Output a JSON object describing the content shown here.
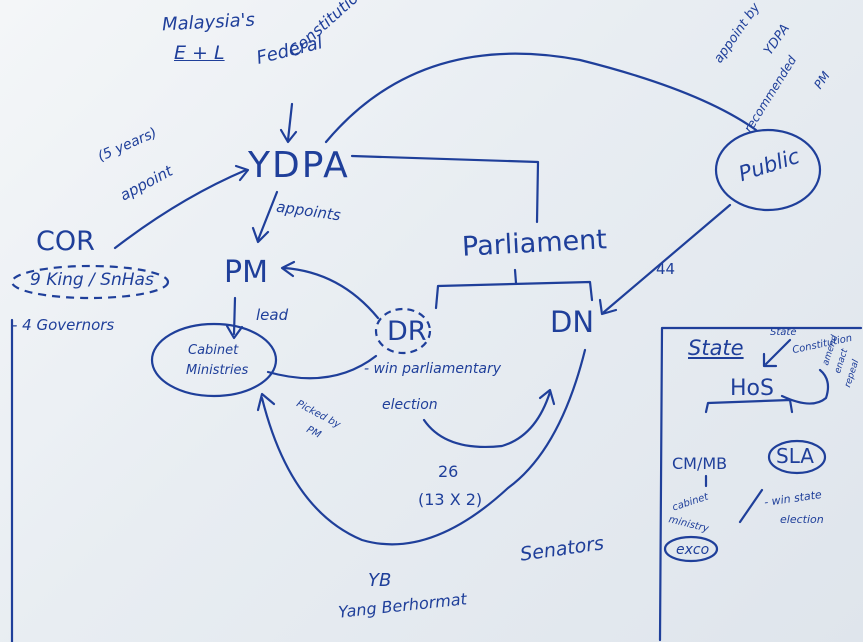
{
  "diagram": {
    "header": {
      "line1": "Malaysia's",
      "line2": "E + L",
      "source1": "Federal",
      "source2": "Constitution"
    },
    "nodes": {
      "ydpa": "YDPA",
      "pm": "PM",
      "cor": "COR",
      "cor_member1": "9 King / SnHas",
      "cor_member2": "- 4 Governors",
      "cabinet1": "Cabinet",
      "cabinet2": "Ministries",
      "parliament": "Parliament",
      "dr": "DR",
      "dn": "DN",
      "public": "Public"
    },
    "edge_labels": {
      "cor_to_ydpa1": "(5 years)",
      "cor_to_ydpa2": "appoint",
      "ydpa_to_pm": "appoints",
      "pm_to_cabinet": "lead",
      "public_to_dn": "44",
      "ydpa_public1": "appoint by",
      "ydpa_public2": "YDPA",
      "ydpa_public3": "recommended",
      "ydpa_public4": "PM",
      "picked1": "Picked by",
      "picked2": "PM",
      "dr_note1": "- win parliamentary",
      "dr_note2": "election",
      "count1": "26",
      "count2": "(13 X 2)",
      "senators": "Senators",
      "yb": "YB",
      "yb_full": "Yang Berhormat"
    },
    "state_panel": {
      "title": "State",
      "source1": "State",
      "source2": "Constitution",
      "hos": "HoS",
      "side1": "amend",
      "side2": "enact",
      "side3": "repeal",
      "cmmb": "CM/MB",
      "sla": "SLA",
      "cabinet1": "cabinet",
      "cabinet2": "ministry",
      "exco": "exco",
      "win1": "- win state",
      "win2": "election"
    }
  },
  "colors": {
    "ink": "#1f3f9a",
    "board": "#eef1f5"
  }
}
